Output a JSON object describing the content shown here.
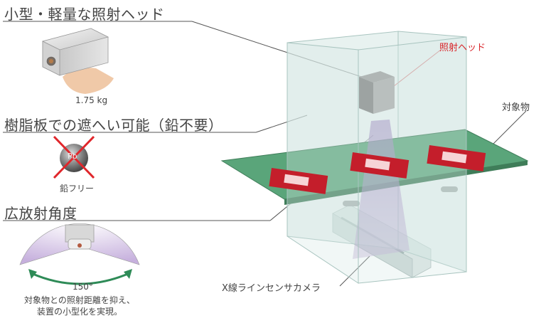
{
  "features": {
    "f1_title": "小型・軽量な照射ヘッド",
    "f1_weight": "1.75 kg",
    "f2_title": "樹脂板での遮へい可能（鉛不要）",
    "f2_pb_symbol": "Pb",
    "f2_lead_free": "鉛フリー",
    "f3_title": "広放射角度",
    "f3_angle": "150°",
    "f3_desc_line1": "対象物との照射距離を抑え、",
    "f3_desc_line2": "装置の小型化を実現。"
  },
  "diagram": {
    "head_label": "照射ヘッド",
    "object_label": "対象物",
    "camera_label": "X線ラインセンサカメラ"
  },
  "colors": {
    "accent_red": "#d9262b",
    "board_green": "#5aa57a",
    "shield_glass": "#cde3df",
    "beam_purple": "#b9a2cf",
    "line_gray": "#666666"
  }
}
